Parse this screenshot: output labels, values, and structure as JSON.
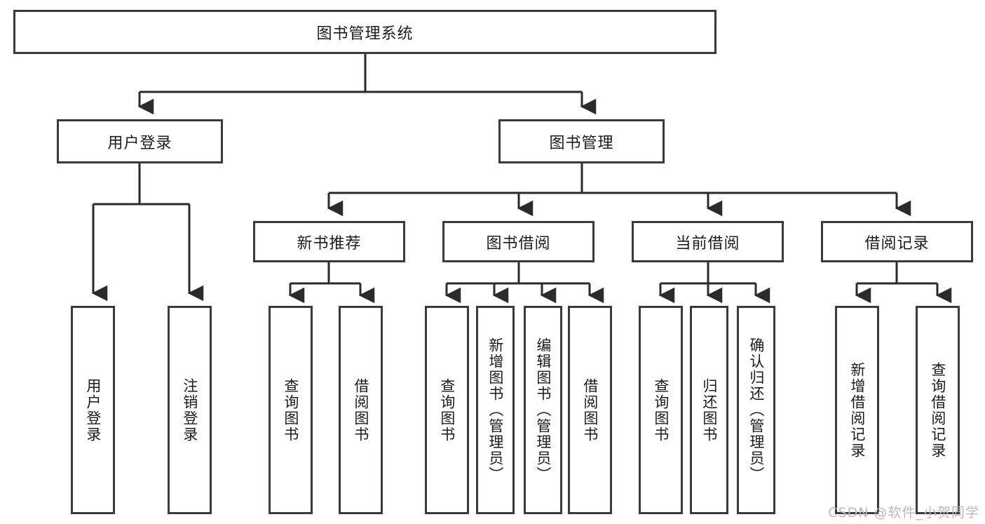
{
  "diagram": {
    "title": "图书管理系统",
    "type": "tree-flowchart",
    "orientation": "top-down",
    "box_stroke_color": "#3a3a3a",
    "box_fill_color": "#ffffff",
    "edge_color": "#2b2b2b",
    "text_color": "#1b1b1b"
  },
  "nodes": {
    "root": {
      "label": "图书管理系统",
      "level": 1,
      "text_direction": "horizontal"
    },
    "level2": [
      {
        "id": "user-login",
        "label": "用户登录",
        "text_direction": "horizontal"
      },
      {
        "id": "book-management",
        "label": "图书管理",
        "text_direction": "horizontal"
      }
    ],
    "level3": [
      {
        "id": "new-book-recommend",
        "label": "新书推荐",
        "parent": "book-management",
        "text_direction": "horizontal"
      },
      {
        "id": "book-borrow",
        "label": "图书借阅",
        "parent": "book-management",
        "text_direction": "horizontal"
      },
      {
        "id": "current-borrow",
        "label": "当前借阅",
        "parent": "book-management",
        "text_direction": "horizontal"
      },
      {
        "id": "borrow-record",
        "label": "借阅记录",
        "parent": "book-management",
        "text_direction": "horizontal"
      }
    ],
    "leaves": [
      {
        "id": "leaf-user-login",
        "label": "用户登录",
        "parent": "user-login",
        "text_direction": "vertical"
      },
      {
        "id": "leaf-user-logout",
        "label": "注销登录",
        "parent": "user-login",
        "text_direction": "vertical"
      },
      {
        "id": "leaf-query-book-1",
        "label": "查询图书",
        "parent": "new-book-recommend",
        "text_direction": "vertical"
      },
      {
        "id": "leaf-borrow-book-1",
        "label": "借阅图书",
        "parent": "new-book-recommend",
        "text_direction": "vertical"
      },
      {
        "id": "leaf-query-book-2",
        "label": "查询图书",
        "parent": "book-borrow",
        "text_direction": "vertical"
      },
      {
        "id": "leaf-add-book",
        "label": "新增图书（管理员）",
        "parent": "book-borrow",
        "text_direction": "vertical"
      },
      {
        "id": "leaf-edit-book",
        "label": "编辑图书（管理员）",
        "parent": "book-borrow",
        "text_direction": "vertical"
      },
      {
        "id": "leaf-borrow-book-2",
        "label": "借阅图书",
        "parent": "book-borrow",
        "text_direction": "vertical"
      },
      {
        "id": "leaf-query-book-3",
        "label": "查询图书",
        "parent": "current-borrow",
        "text_direction": "vertical"
      },
      {
        "id": "leaf-return-book",
        "label": "归还图书",
        "parent": "current-borrow",
        "text_direction": "vertical"
      },
      {
        "id": "leaf-confirm-return",
        "label": "确认归还（管理员）",
        "parent": "current-borrow",
        "text_direction": "vertical"
      },
      {
        "id": "leaf-add-record",
        "label": "新增借阅记录",
        "parent": "borrow-record",
        "text_direction": "vertical"
      },
      {
        "id": "leaf-query-record",
        "label": "查询借阅记录",
        "parent": "borrow-record",
        "text_direction": "vertical"
      }
    ]
  },
  "watermark": {
    "text": "CSDN @软件_小贺同学"
  }
}
